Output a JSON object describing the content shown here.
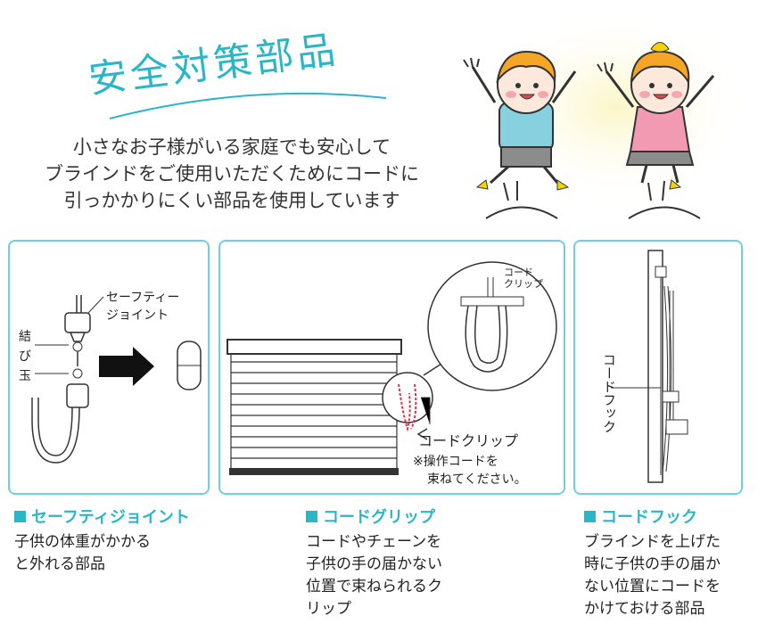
{
  "title": "安全対策部品",
  "intro": [
    "小さなお子様がいる家庭でも安心して",
    "ブラインドをご使用いただくためにコードに",
    "引っかかりにくい部品を使用しています"
  ],
  "panels": {
    "safety_joint": {
      "callout_lines": [
        "セーフティー",
        "ジョイント"
      ],
      "bead_lines": [
        "結",
        "び",
        "玉"
      ]
    },
    "cord_grip": {
      "zoom_label_lines": [
        "コード",
        "クリップ"
      ],
      "clip_label": "コードクリップ",
      "note_lines": [
        "※操作コードを",
        "束ねてください。"
      ]
    },
    "cord_hook": {
      "label": "コードフック"
    }
  },
  "features": [
    {
      "title": "セーフティジョイント",
      "desc": [
        "子供の体重がかかる",
        "と外れる部品"
      ]
    },
    {
      "title": "コードグリップ",
      "desc": [
        "コードやチェーンを",
        "子供の手の届かない",
        "位置で束ねられるク",
        "リップ"
      ]
    },
    {
      "title": "コードフック",
      "desc": [
        "ブラインドを上げた",
        "時に子供の手の届か",
        "ない位置にコードを",
        "かけておける部品"
      ]
    }
  ],
  "colors": {
    "accent": "#2bb6c8",
    "border": "#6fcfdc",
    "clip_red": "#d6334a"
  }
}
